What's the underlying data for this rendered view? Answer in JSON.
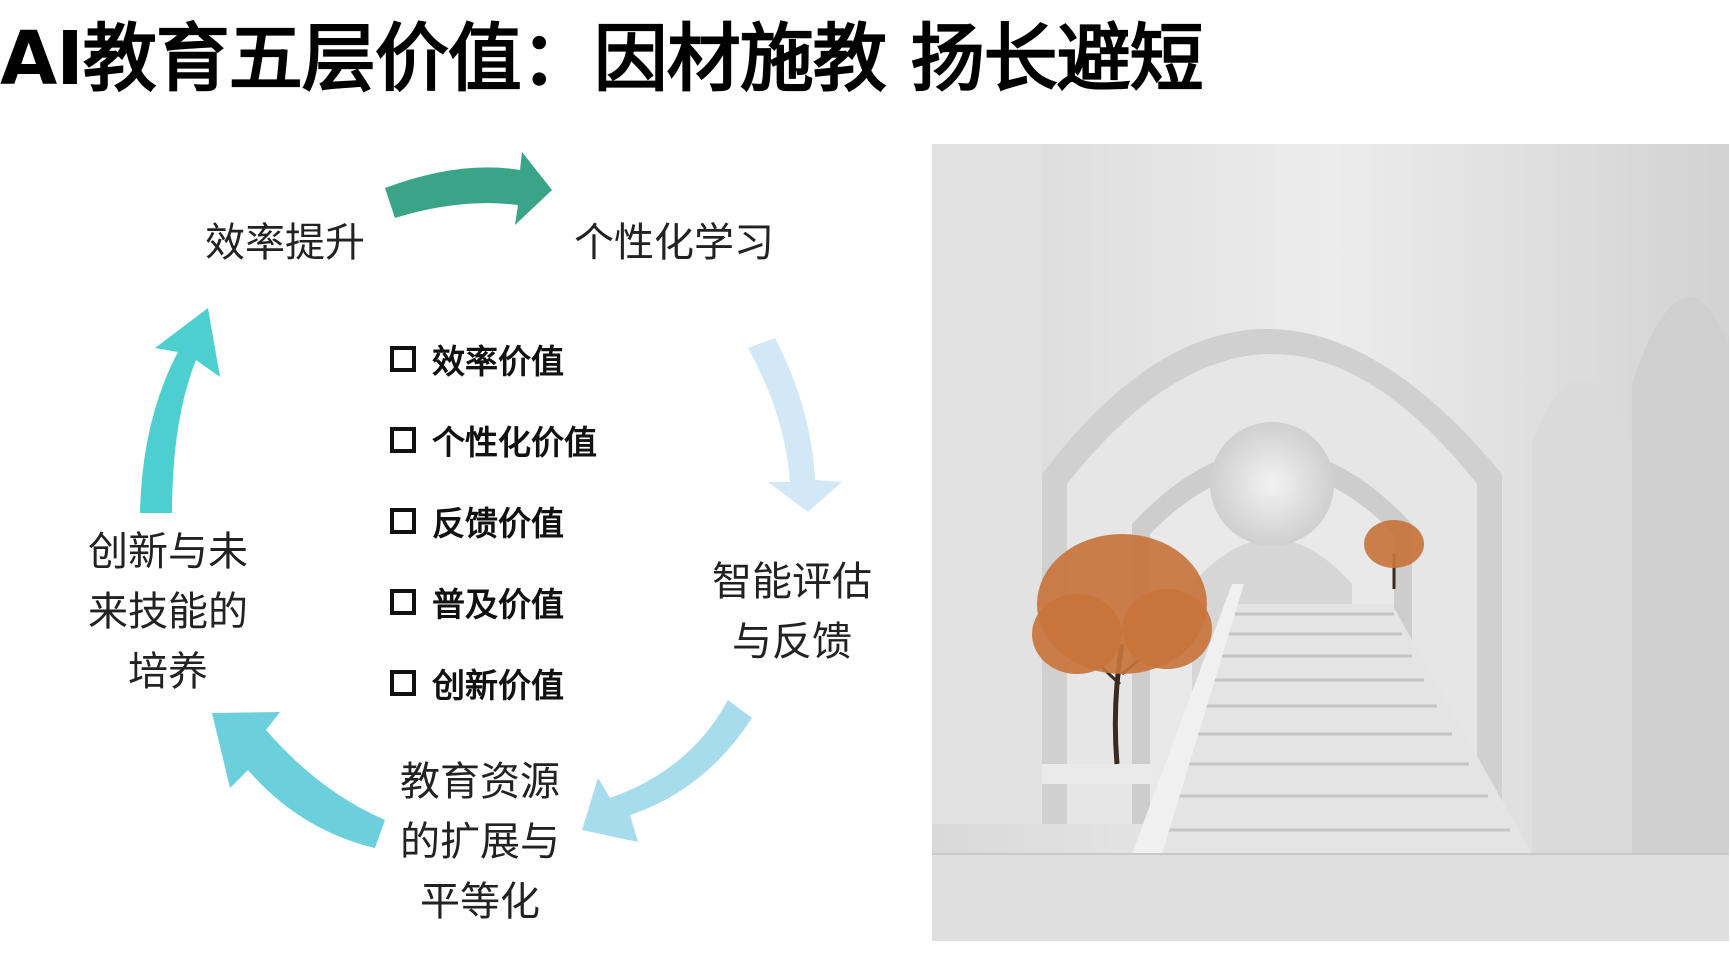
{
  "title": "AI教育五层价值：因材施教 扬长避短",
  "cycle": {
    "nodes": {
      "efficiency": [
        "效率提升"
      ],
      "personalized": [
        "个性化学习"
      ],
      "assessment": [
        "智能评估",
        "与反馈"
      ],
      "resources": [
        "教育资源",
        "的扩展与",
        "平等化"
      ],
      "innovation": [
        "创新与未",
        "来技能的",
        "培养"
      ]
    },
    "arrow_colors": {
      "top": "#3aa489",
      "right_upper": "#d3e8f6",
      "right_lower": "#a6dceb",
      "bottom_left": "#6cd0dc",
      "left": "#4dcfcf"
    }
  },
  "value_list": [
    "效率价值",
    "个性化价值",
    "反馈价值",
    "普及价值",
    "创新价值"
  ],
  "photo": {
    "description_icon": "staircase-arches-image",
    "tree_color": "#c8743c"
  }
}
